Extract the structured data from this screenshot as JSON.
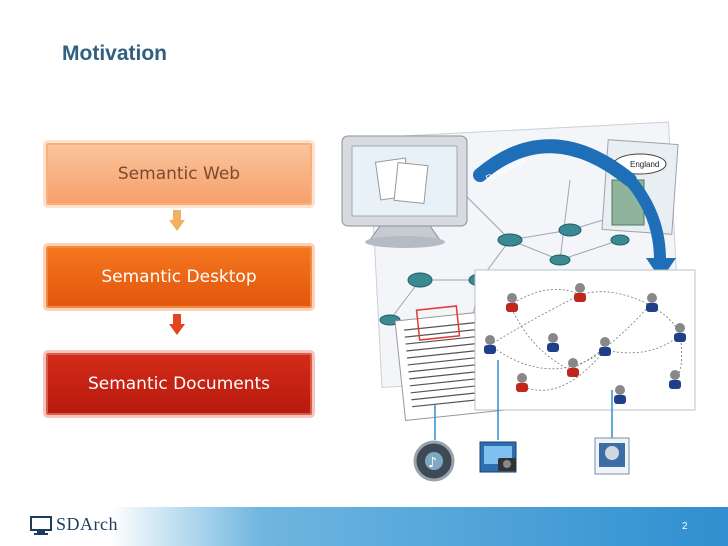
{
  "slide": {
    "title": "Motivation",
    "boxes": {
      "semantic_web": "Semantic Web",
      "semantic_desktop": "Semantic Desktop",
      "semantic_documents": "Semantic Documents"
    },
    "illustration": {
      "resources_label": "Resources",
      "map_label": "England"
    },
    "footer": {
      "logo_text": "SDArch",
      "page_number": "2"
    }
  },
  "colors": {
    "title": "#2f6080",
    "semantic_web": "#f8b083",
    "semantic_desktop": "#ec6a17",
    "semantic_documents": "#c62414",
    "arrow_orange": "#f2b062",
    "arrow_red": "#e2451c",
    "footer_blue": "#2f8fd0"
  },
  "icons": [
    "monitor-icon",
    "network-graph-icon",
    "people-network-icon",
    "music-file-icon",
    "photo-file-icon",
    "document-file-icon",
    "logo-icon"
  ]
}
